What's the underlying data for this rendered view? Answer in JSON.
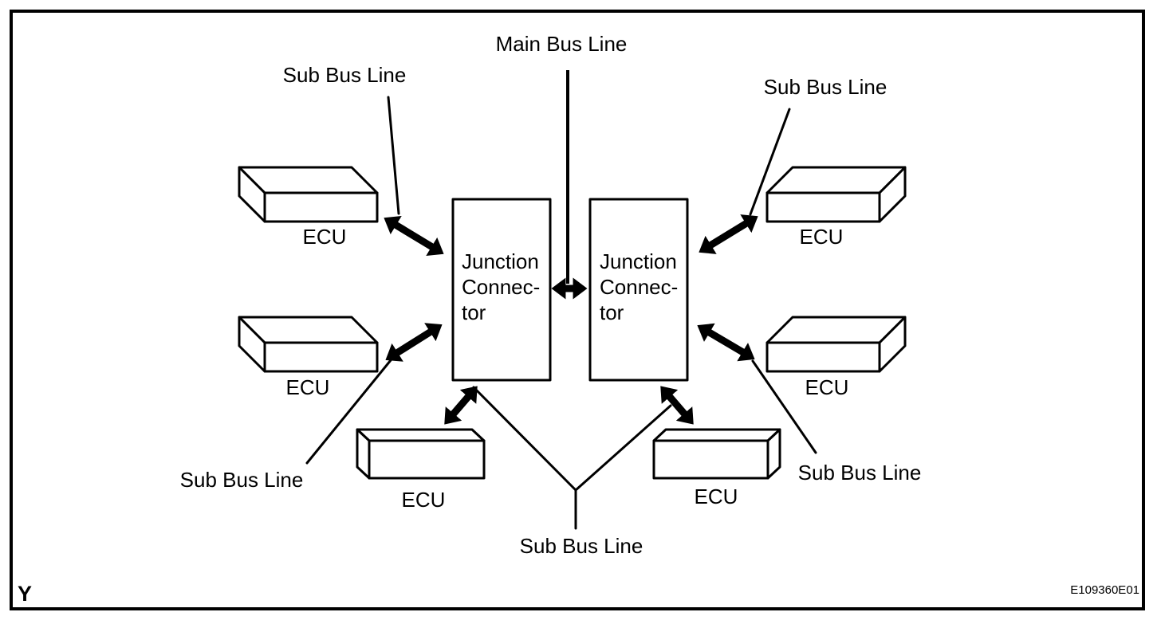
{
  "figure": {
    "corner_mark": "Y",
    "code": "E109360E01"
  },
  "annotations": {
    "main_bus_line": "Main Bus Line",
    "sub_bus_top_left": "Sub Bus Line",
    "sub_bus_top_right": "Sub Bus Line",
    "sub_bus_bottom_left": "Sub Bus Line",
    "sub_bus_bottom_right": "Sub Bus Line",
    "sub_bus_bottom_center": "Sub Bus Line"
  },
  "junction_connectors": {
    "left": {
      "line1": "Junction",
      "line2": "Connec-",
      "line3": "tor"
    },
    "right": {
      "line1": "Junction",
      "line2": "Connec-",
      "line3": "tor"
    }
  },
  "ecus": {
    "top_left": "ECU",
    "mid_left": "ECU",
    "bottom_left": "ECU",
    "top_right": "ECU",
    "mid_right": "ECU",
    "bottom_right": "ECU"
  },
  "colors": {
    "line": "#000000",
    "background": "#ffffff"
  }
}
